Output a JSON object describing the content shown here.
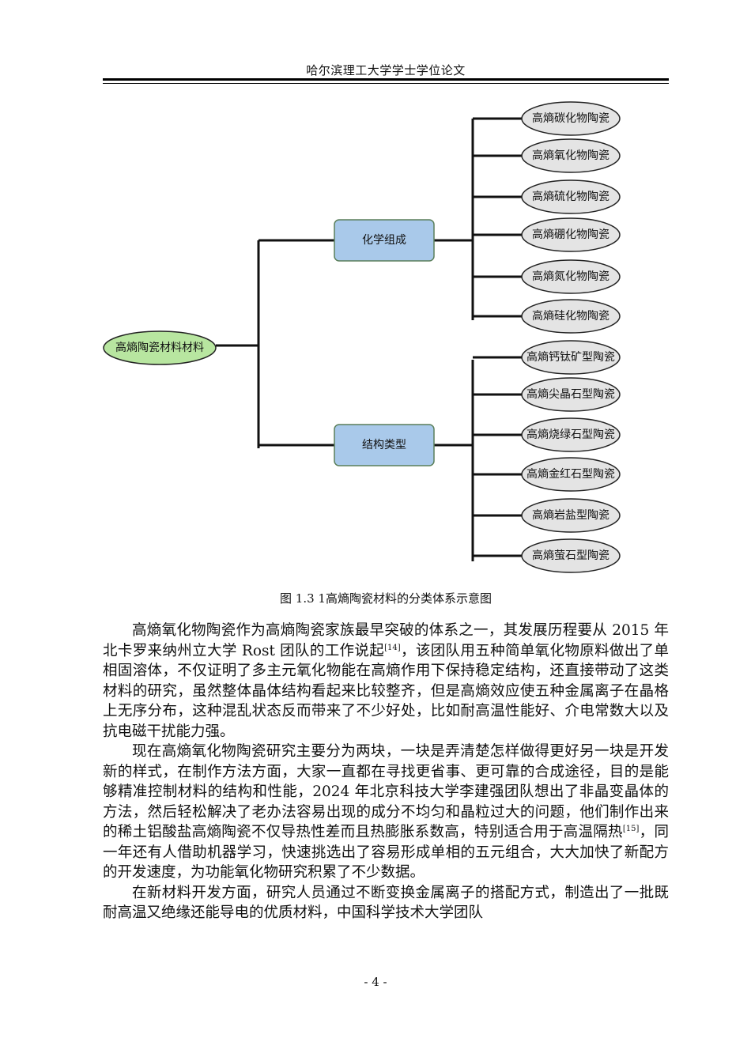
{
  "header": {
    "title": "哈尔滨理工大学学士学位论文"
  },
  "diagram": {
    "root": "高熵陶瓷材料材料",
    "branches": [
      {
        "label": "化学组成",
        "leaves": [
          "高熵碳化物陶瓷",
          "高熵氧化物陶瓷",
          "高熵硫化物陶瓷",
          "高熵硼化物陶瓷",
          "高熵氮化物陶瓷",
          "高熵硅化物陶瓷"
        ]
      },
      {
        "label": "结构类型",
        "leaves": [
          "高熵钙钛矿型陶瓷",
          "高熵尖晶石型陶瓷",
          "高熵烧绿石型陶瓷",
          "高熵金红石型陶瓷",
          "高熵岩盐型陶瓷",
          "高熵萤石型陶瓷"
        ]
      }
    ],
    "colors": {
      "root_fill": "#b8e6a0",
      "branch_fill": "#a9c9ea",
      "leaf_fill": "#e4e4e4",
      "line": "#111111"
    }
  },
  "caption": "图 1.3  1高熵陶瓷材料的分类体系示意图",
  "paragraphs": [
    {
      "before": "高熵氧化物陶瓷作为高熵陶瓷家族最早突破的体系之一，其发展历程要从 2015 年北卡罗来纳州立大学 Rost 团队的工作说起",
      "ref": "[14]",
      "after": "，该团队用五种简单氧化物原料做出了单相固溶体，不仅证明了多主元氧化物能在高熵作用下保持稳定结构，还直接带动了这类材料的研究，虽然整体晶体结构看起来比较整齐，但是高熵效应使五种金属离子在晶格上无序分布，这种混乱状态反而带来了不少好处，比如耐高温性能好、介电常数大以及抗电磁干扰能力强。"
    },
    {
      "before": "现在高熵氧化物陶瓷研究主要分为两块，一块是弄清楚怎样做得更好另一块是开发新的样式，在制作方法方面，大家一直都在寻找更省事、更可靠的合成途径，目的是能够精准控制材料的结构和性能，2024 年北京科技大学李建强团队想出了非晶变晶体的方法，然后轻松解决了老办法容易出现的成分不均匀和晶粒过大的问题，他们制作出来的稀土铝酸盐高熵陶瓷不仅导热性差而且热膨胀系数高，特别适合用于高温隔热",
      "ref": "[15]",
      "after": "，同一年还有人借助机器学习，快速挑选出了容易形成单相的五元组合，大大加快了新配方的开发速度，为功能氧化物研究积累了不少数据。"
    },
    {
      "before": "在新材料开发方面，研究人员通过不断变换金属离子的搭配方式，制造出了一批既耐高温又绝缘还能导电的优质材料，中国科学技术大学团队",
      "ref": "",
      "after": ""
    }
  ],
  "page_number": "- 4 -"
}
